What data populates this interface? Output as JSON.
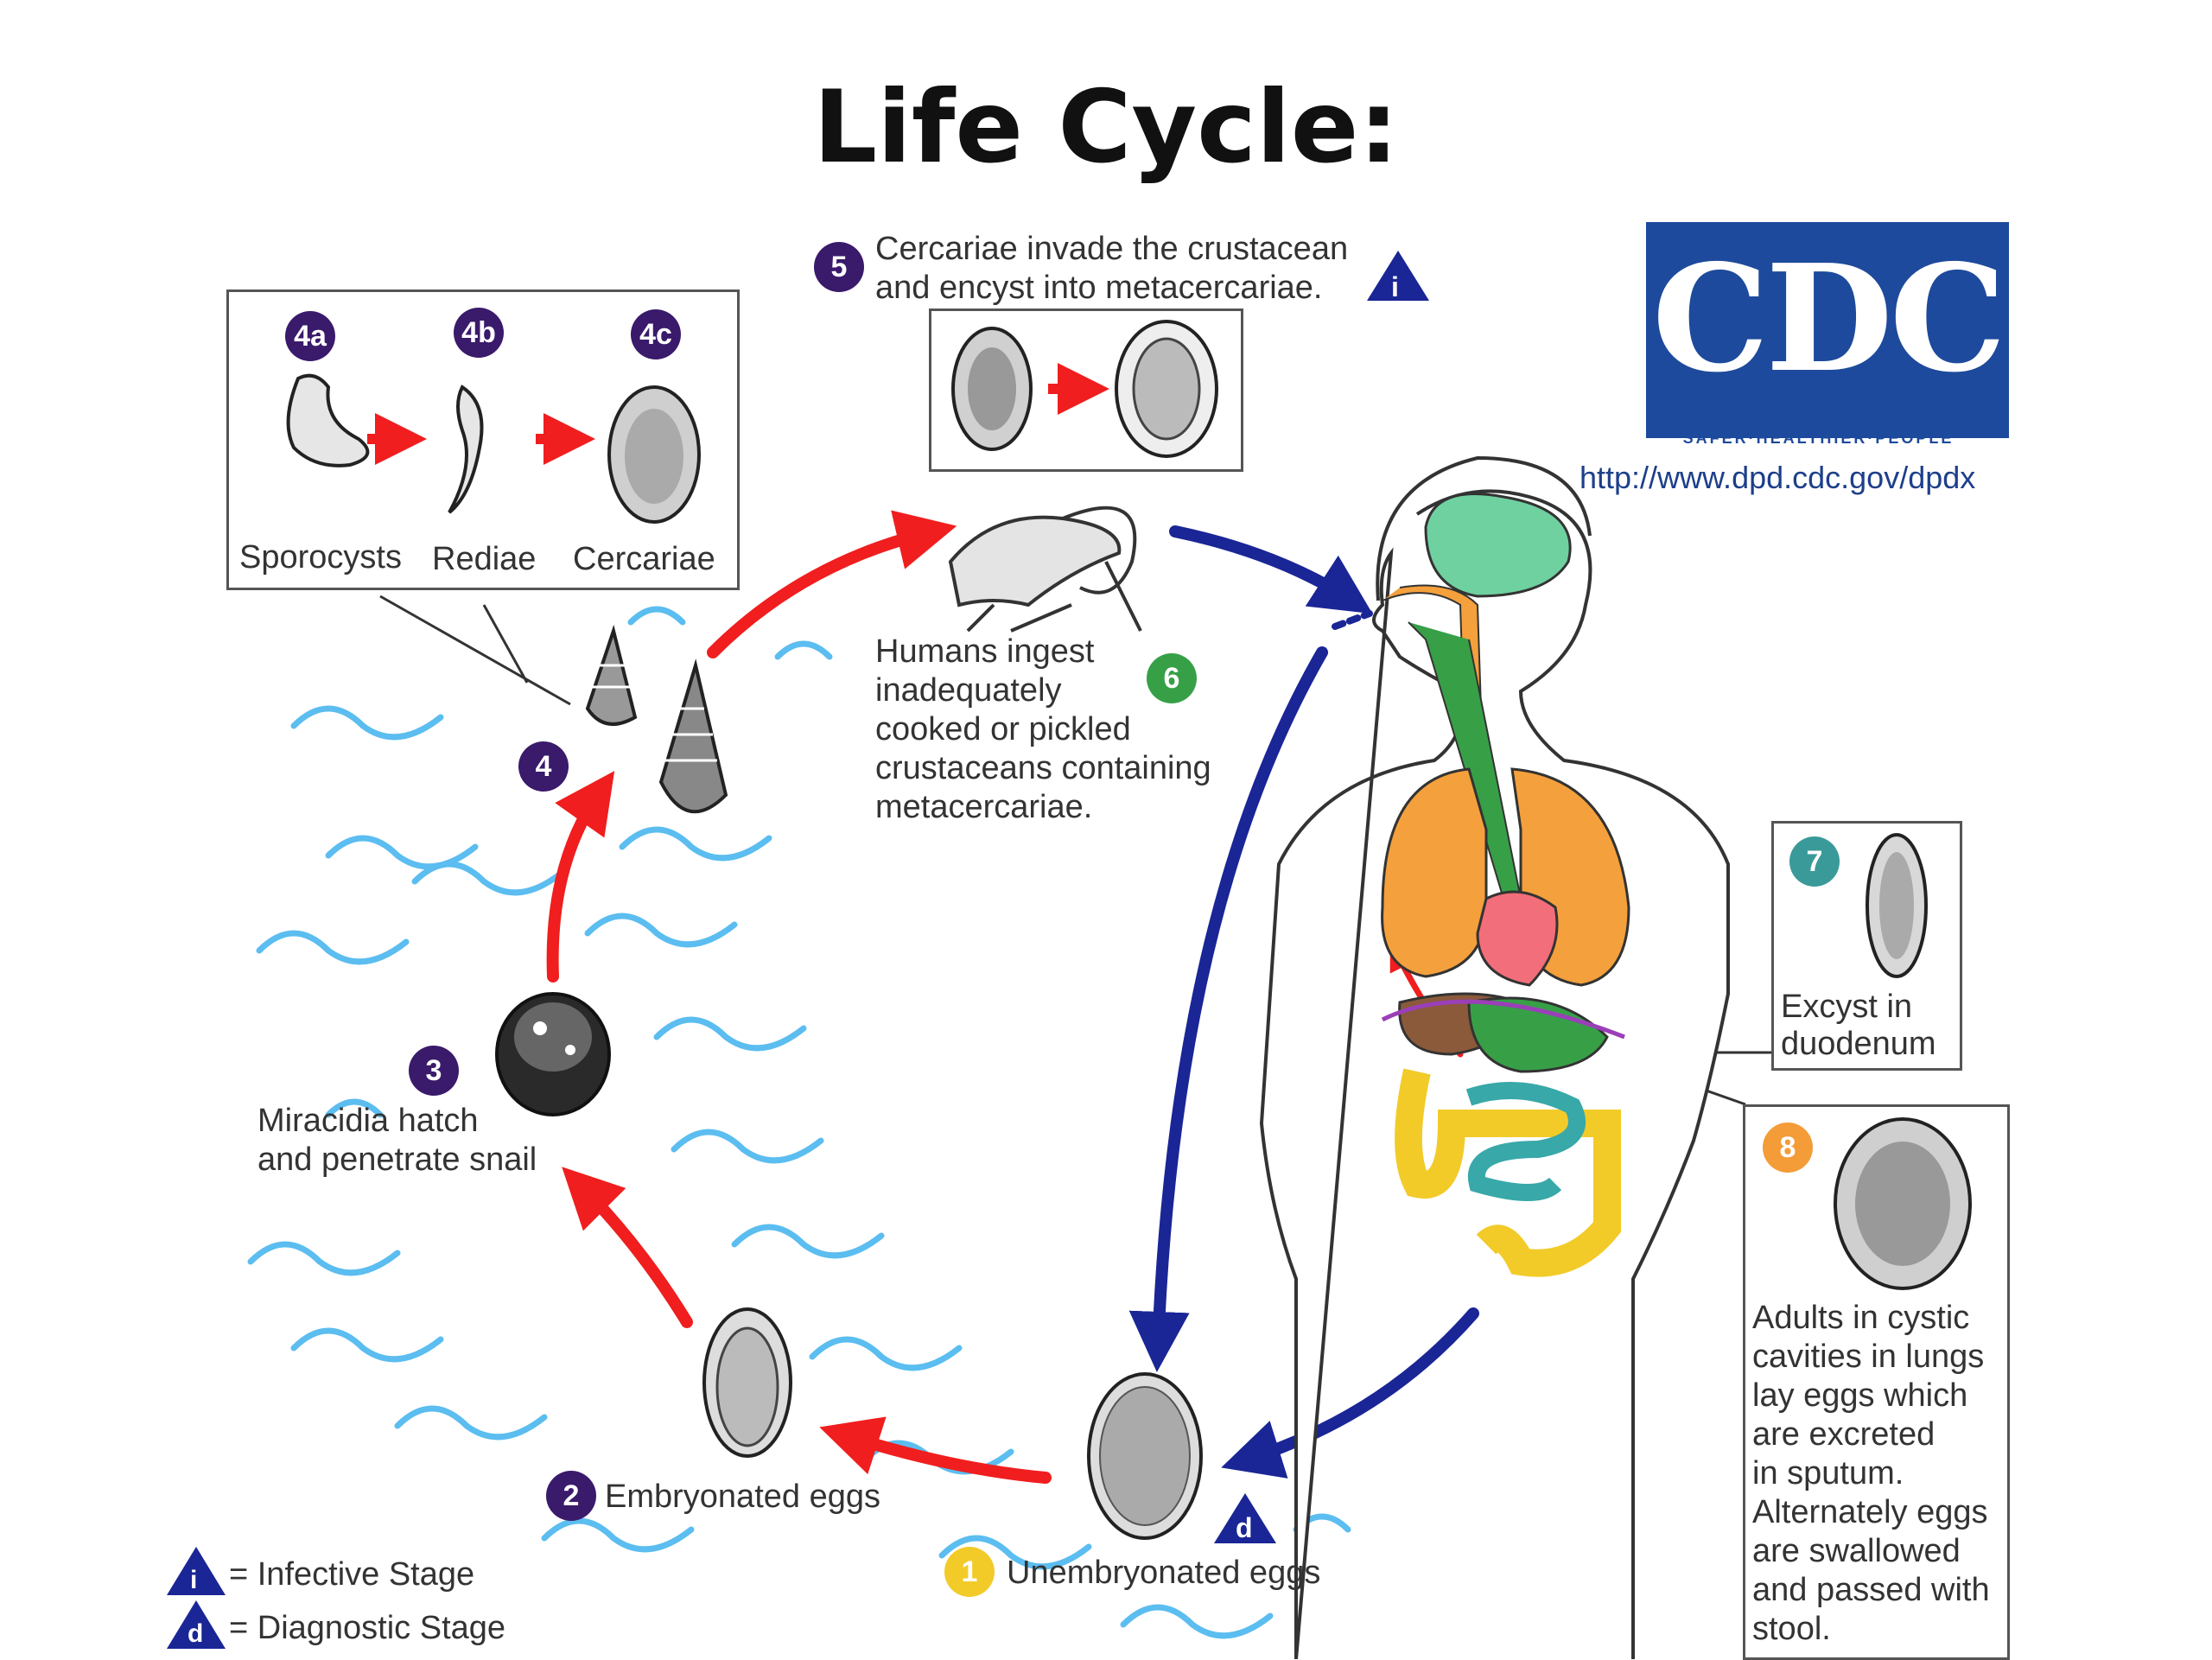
{
  "title": "Life Cycle:",
  "cdc": {
    "logo": "CDC",
    "tagline": "SAFER·HEALTHIER·PEOPLE™",
    "url": "http://www.dpd.cdc.gov/dpdx"
  },
  "stages": {
    "s1": {
      "num": "1",
      "text": "Unembryonated eggs"
    },
    "s2": {
      "num": "2",
      "text": "Embryonated eggs"
    },
    "s3": {
      "num": "3",
      "line1": "Miracidia hatch",
      "line2": "and penetrate snail"
    },
    "s4": {
      "num": "4"
    },
    "s4a": {
      "num": "4a",
      "text": "Sporocysts"
    },
    "s4b": {
      "num": "4b",
      "text": "Rediae"
    },
    "s4c": {
      "num": "4c",
      "text": "Cercariae"
    },
    "s5": {
      "num": "5",
      "line1": "Cercariae invade the crustacean",
      "line2": "and encyst into metacercariae."
    },
    "s6": {
      "num": "6",
      "line1": "Humans ingest",
      "line2": "inadequately",
      "line3": "cooked or pickled",
      "line4": "crustaceans containing",
      "line5": "metacercariae."
    },
    "s7": {
      "num": "7",
      "line1": "Excyst in",
      "line2": "duodenum"
    },
    "s8": {
      "num": "8",
      "lines": [
        "Adults in cystic",
        "cavities in lungs",
        "lay eggs which",
        "are excreted",
        "in sputum.",
        "Alternately eggs",
        "are swallowed",
        "and passed with",
        "stool."
      ]
    }
  },
  "legend": {
    "infective_symbol": "i",
    "infective": "= Infective Stage",
    "diagnostic_symbol": "d",
    "diagnostic": "= Diagnostic Stage"
  },
  "colors": {
    "red_arrow": "#f01e1e",
    "blue_arrow": "#1a2596",
    "water": "#5bbdf0",
    "badge_purple": "#3a1a6b",
    "lungs": "#f4a03c",
    "brain": "#6fd1a0",
    "intestine": "#f2cb29",
    "small_intestine": "#38a8a8",
    "heart": "#f26e7a",
    "liver": "#8b5a3a"
  }
}
